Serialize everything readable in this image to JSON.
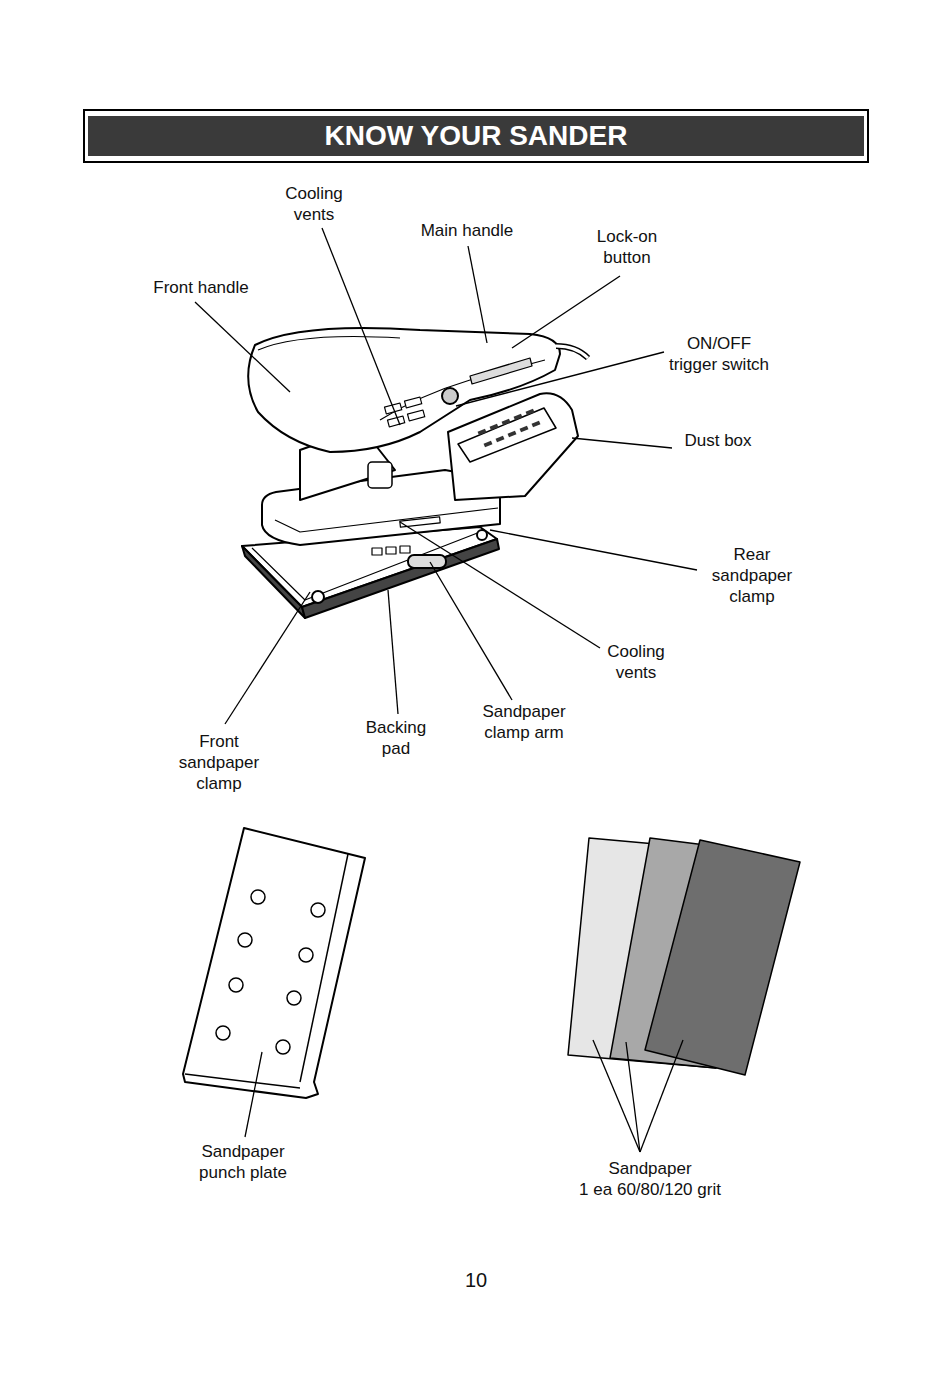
{
  "diagram": {
    "title": "KNOW YOUR SANDER",
    "labels": [
      "Cooling vents",
      "Main handle",
      "Lock-on button",
      "Front handle",
      "ON/OFF trigger switch",
      "Dust box",
      "Rear sandpaper clamp",
      "Cooling vents",
      "Front sandpaper clamp",
      "Backing pad",
      "Sandpaper clamp arm",
      "Sandpaper punch plate",
      "Sandpaper 1 ea 60/80/120 grit",
      "10"
    ]
  }
}
